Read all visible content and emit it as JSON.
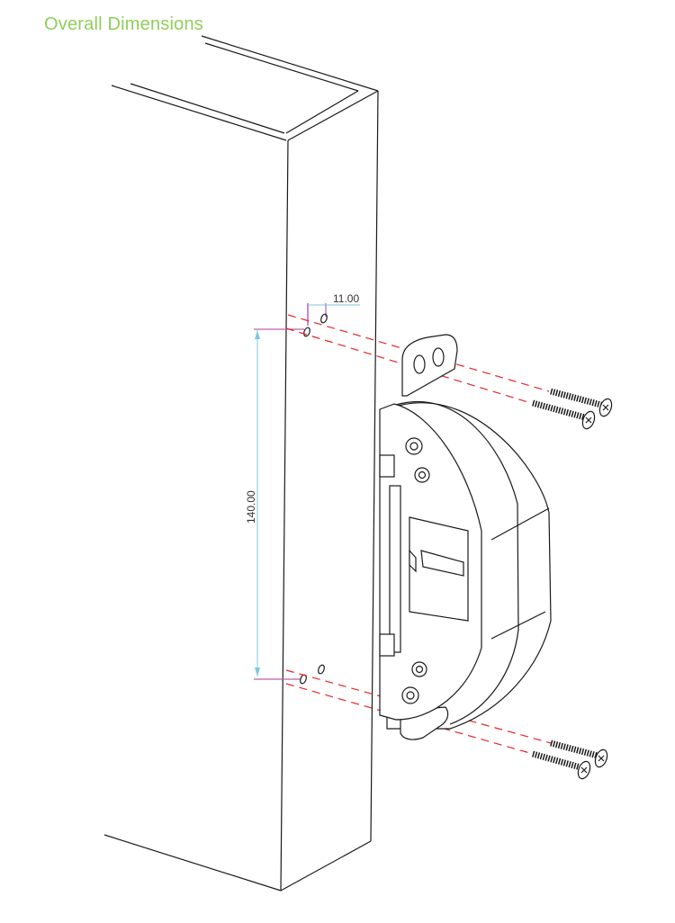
{
  "title": "Overall Dimensions",
  "diagram": {
    "subject": "Electric strike mounted on door frame edge",
    "components": [
      {
        "id": "door-frame",
        "label": "Door frame (isometric block)"
      },
      {
        "id": "strike-body",
        "label": "Electric strike body with faceplate"
      },
      {
        "id": "top-screws",
        "label": "Mounting screws (top pair)"
      },
      {
        "id": "bottom-screws",
        "label": "Mounting screws (bottom pair)"
      },
      {
        "id": "top-holes",
        "label": "Pilot holes (top pair)"
      },
      {
        "id": "bottom-holes",
        "label": "Pilot holes (bottom pair)"
      }
    ],
    "dimensions": {
      "horizontal_offset": "11.00",
      "vertical_spacing": "140.00"
    },
    "colors": {
      "title": "#8fce5a",
      "outline": "#1a1a1a",
      "alignment_dash": "#e8262a",
      "dim_line_cyan": "#7fc8d8",
      "extension_line_magenta": "#b660b0"
    }
  }
}
